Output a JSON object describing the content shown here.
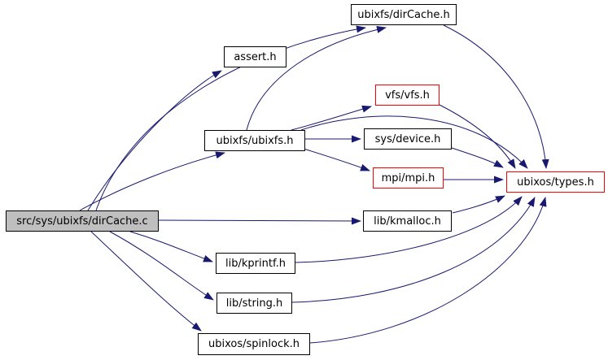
{
  "diagram": {
    "type": "include-dependency-graph",
    "edge_color": "#191970",
    "node_border_color": "#000000",
    "truncated_node_border_color": "#ff0000",
    "main_node_fill": "#bfbfbf",
    "nodes": [
      {
        "id": "dircache-c",
        "label": "src/sys/ubixfs/dirCache.c",
        "style": "main"
      },
      {
        "id": "assert-h",
        "label": "assert.h",
        "style": "normal"
      },
      {
        "id": "dircache-h",
        "label": "ubixfs/dirCache.h",
        "style": "normal"
      },
      {
        "id": "ubixfs-h",
        "label": "ubixfs/ubixfs.h",
        "style": "normal"
      },
      {
        "id": "vfs-h",
        "label": "vfs/vfs.h",
        "style": "red"
      },
      {
        "id": "device-h",
        "label": "sys/device.h",
        "style": "normal"
      },
      {
        "id": "mpi-h",
        "label": "mpi/mpi.h",
        "style": "red"
      },
      {
        "id": "types-h",
        "label": "ubixos/types.h",
        "style": "red"
      },
      {
        "id": "kmalloc-h",
        "label": "lib/kmalloc.h",
        "style": "normal"
      },
      {
        "id": "kprintf-h",
        "label": "lib/kprintf.h",
        "style": "normal"
      },
      {
        "id": "string-h",
        "label": "lib/string.h",
        "style": "normal"
      },
      {
        "id": "spinlock-h",
        "label": "ubixos/spinlock.h",
        "style": "normal"
      }
    ],
    "edges": [
      {
        "from": "src/sys/ubixfs/dirCache.c",
        "to": "assert.h"
      },
      {
        "from": "src/sys/ubixfs/dirCache.c",
        "to": "ubixfs/dirCache.h"
      },
      {
        "from": "src/sys/ubixfs/dirCache.c",
        "to": "ubixfs/ubixfs.h"
      },
      {
        "from": "src/sys/ubixfs/dirCache.c",
        "to": "lib/kmalloc.h"
      },
      {
        "from": "src/sys/ubixfs/dirCache.c",
        "to": "lib/kprintf.h"
      },
      {
        "from": "src/sys/ubixfs/dirCache.c",
        "to": "lib/string.h"
      },
      {
        "from": "src/sys/ubixfs/dirCache.c",
        "to": "ubixos/spinlock.h"
      },
      {
        "from": "ubixfs/ubixfs.h",
        "to": "ubixfs/dirCache.h"
      },
      {
        "from": "ubixfs/ubixfs.h",
        "to": "vfs/vfs.h"
      },
      {
        "from": "ubixfs/ubixfs.h",
        "to": "sys/device.h"
      },
      {
        "from": "ubixfs/ubixfs.h",
        "to": "mpi/mpi.h"
      },
      {
        "from": "ubixfs/ubixfs.h",
        "to": "ubixos/types.h"
      },
      {
        "from": "ubixfs/dirCache.h",
        "to": "ubixos/types.h"
      },
      {
        "from": "vfs/vfs.h",
        "to": "ubixos/types.h"
      },
      {
        "from": "sys/device.h",
        "to": "ubixos/types.h"
      },
      {
        "from": "mpi/mpi.h",
        "to": "ubixos/types.h"
      },
      {
        "from": "lib/kmalloc.h",
        "to": "ubixos/types.h"
      },
      {
        "from": "lib/kprintf.h",
        "to": "ubixos/types.h"
      },
      {
        "from": "lib/string.h",
        "to": "ubixos/types.h"
      },
      {
        "from": "ubixos/spinlock.h",
        "to": "ubixos/types.h"
      }
    ]
  }
}
